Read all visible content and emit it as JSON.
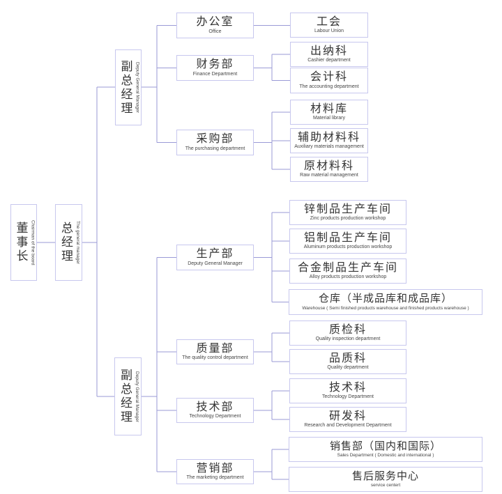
{
  "colors": {
    "box_border": "#c7c7ee",
    "connector_line": "#9a9ad6",
    "chinese_text": "#333333",
    "english_text": "#444444"
  },
  "nodes": {
    "chairman": {
      "zh": "董事长",
      "en": "Chairman of the board"
    },
    "general_manager": {
      "zh": "总经理",
      "en": "The general manager"
    },
    "deputy_top": {
      "zh": "副总经理",
      "en": "Deputy General Manager"
    },
    "deputy_bottom": {
      "zh": "副总经理",
      "en": "Deputy General Manager"
    },
    "office": {
      "zh": "办公室",
      "en": "Office"
    },
    "finance": {
      "zh": "财务部",
      "en": "Finance Department"
    },
    "purchasing": {
      "zh": "采购部",
      "en": "The purchasing department"
    },
    "production": {
      "zh": "生产部",
      "en": "Deputy General Manager"
    },
    "quality": {
      "zh": "质量部",
      "en": "The quality control department"
    },
    "technology": {
      "zh": "技术部",
      "en": "Technology Department"
    },
    "marketing": {
      "zh": "营销部",
      "en": "The marketing department"
    },
    "labour_union": {
      "zh": "工会",
      "en": "Labour Union"
    },
    "cashier": {
      "zh": "出纳科",
      "en": "Cashier department"
    },
    "accounting": {
      "zh": "会计科",
      "en": "The accounting department"
    },
    "material_library": {
      "zh": "材料库",
      "en": "Material library"
    },
    "auxiliary_materials": {
      "zh": "辅助材料科",
      "en": "Auxiliary materials management"
    },
    "raw_materials": {
      "zh": "原材料科",
      "en": "Raw material management"
    },
    "zinc_workshop": {
      "zh": "锌制品生产车间",
      "en": "Zinc products production workshop"
    },
    "aluminum_workshop": {
      "zh": "铝制品生产车间",
      "en": "Aluminum products production workshop"
    },
    "alloy_workshop": {
      "zh": "合金制品生产车间",
      "en": "Alloy products production workshop"
    },
    "warehouse": {
      "zh": "仓库（半成品库和成品库）",
      "en": "Warehouse ( Semi finished products warehouse and finished products warehouse )"
    },
    "quality_inspection": {
      "zh": "质检科",
      "en": "Quality inspection department"
    },
    "quality_section": {
      "zh": "品质科",
      "en": "Quality department"
    },
    "technology_section": {
      "zh": "技术科",
      "en": "Technology Department"
    },
    "rnd_section": {
      "zh": "研发科",
      "en": "Research and Development Department"
    },
    "sales": {
      "zh": "销售部（国内和国际）",
      "en": "Sales Department ( Domestic and international )"
    },
    "after_sales": {
      "zh": "售后服务中心",
      "en": "service centert"
    }
  }
}
